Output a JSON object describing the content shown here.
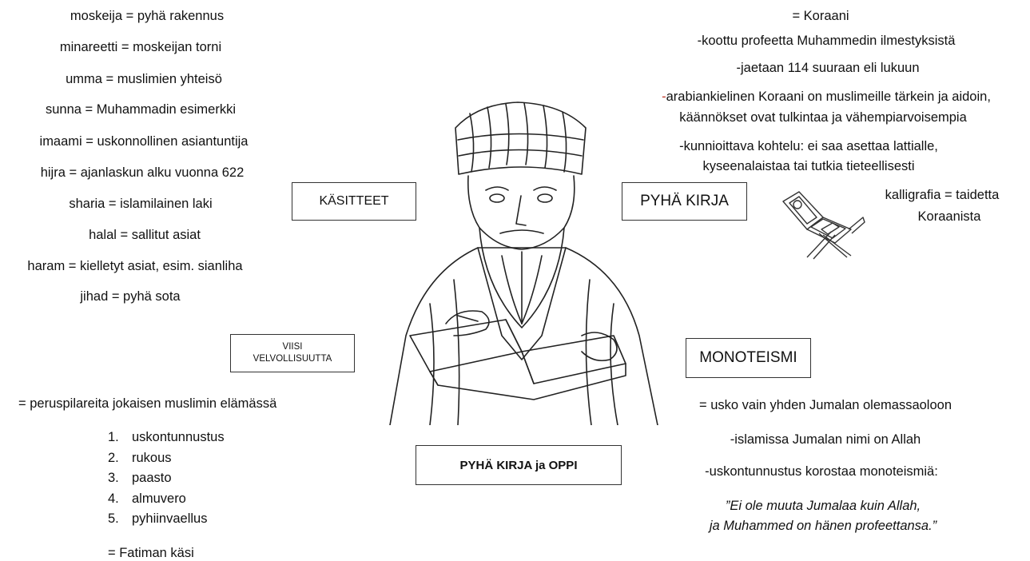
{
  "concepts": [
    "moskeija = pyhä rakennus",
    "minareetti = moskeijan torni",
    "umma = muslimien yhteisö",
    "sunna = Muhammadin esimerkki",
    "imaami = uskonnollinen asiantuntija",
    "hijra = ajanlaskun alku vuonna 622",
    "sharia = islamilainen laki",
    "halal = sallitut asiat",
    "haram = kielletyt asiat, esim. sianliha",
    "jihad = pyhä sota"
  ],
  "boxes": {
    "kasitteet": "KÄSITTEET",
    "pyha_kirja": "PYHÄ KIRJA",
    "viisi_line1": "VIISI",
    "viisi_line2": "VELVOLLISUUTTA",
    "monoteismi": "MONOTEISMI",
    "center": "PYHÄ KIRJA ja OPPI"
  },
  "book": {
    "l1": "= Koraani",
    "l2": "-koottu profeetta Muhammedin ilmestyksistä",
    "l3": "-jaetaan 114 suuraan eli lukuun",
    "l4_dash": "-",
    "l4_rest": "arabiankielinen Koraani on muslimeille tärkein ja aidoin,",
    "l5": "käännökset ovat tulkintaa ja vähempiarvoisempia",
    "l6": "-kunnioittava kohtelu: ei saa asettaa lattialle,",
    "l7": "kyseenalaistaa tai tutkia tieteellisesti",
    "calli1": "kalligrafia = taidetta",
    "calli2": "Koraanista"
  },
  "duties": {
    "intro": "= peruspilareita jokaisen muslimin elämässä",
    "items": [
      {
        "num": "1.",
        "text": "uskontunnustus"
      },
      {
        "num": "2.",
        "text": "rukous"
      },
      {
        "num": "3.",
        "text": "paasto"
      },
      {
        "num": "4.",
        "text": "almuvero"
      },
      {
        "num": "5.",
        "text": "pyhiinvaellus"
      }
    ],
    "fatima": "= Fatiman käsi"
  },
  "mono": {
    "l1": "= usko vain yhden Jumalan olemassaoloon",
    "l2": "-islamissa Jumalan nimi on Allah",
    "l3": "-uskontunnustus korostaa monoteismiä:",
    "q1": "”Ei ole muuta Jumalaa kuin Allah,",
    "q2": "ja Muhammed on hänen profeettansa.”"
  },
  "icons": [
    "scholar-illustration",
    "quran-stand-icon"
  ]
}
